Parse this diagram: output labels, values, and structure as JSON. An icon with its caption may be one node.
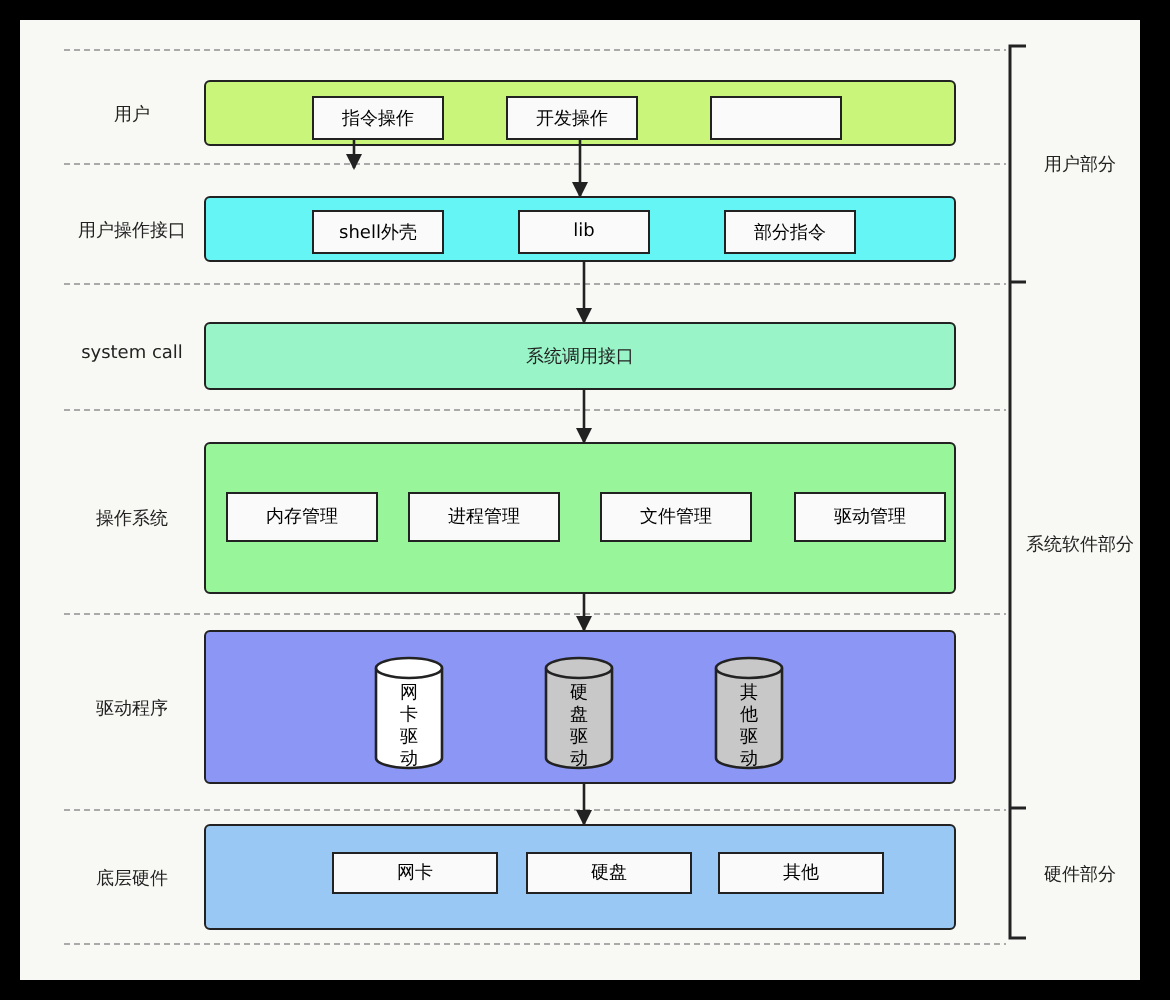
{
  "diagram": {
    "nodes": [
      {
        "text": [
          "用户"
        ]
      },
      {
        "text": [
          "指令操作"
        ],
        "in": 0
      },
      {
        "text": [
          "开发操作"
        ],
        "in": 0
      },
      {
        "text": [],
        "shape": "box",
        "in": 0
      },
      {
        "text": [
          "用户操作接口"
        ]
      },
      {
        "text": [
          "shell外壳"
        ],
        "in": 4
      },
      {
        "text": [
          "lib"
        ],
        "in": 4
      },
      {
        "text": [
          "部分指令"
        ],
        "in": 4
      },
      {
        "text": [
          "system call",
          "系统调用接口"
        ]
      },
      {
        "text": [
          "操作系统"
        ]
      },
      {
        "text": [
          "内存管理"
        ],
        "in": 9
      },
      {
        "text": [
          "进程管理"
        ],
        "in": 9
      },
      {
        "text": [
          "文件管理"
        ],
        "in": 9
      },
      {
        "text": [
          "驱动管理"
        ],
        "in": 9
      },
      {
        "text": [
          "驱动程序"
        ]
      },
      {
        "text": [
          "网卡驱动"
        ],
        "in": 14
      },
      {
        "text": [
          "硬盘驱动"
        ],
        "in": 14
      },
      {
        "text": [
          "其他驱动"
        ],
        "in": 14
      },
      {
        "text": [
          "底层硬件"
        ]
      },
      {
        "text": [
          "网卡"
        ],
        "in": 18
      },
      {
        "text": [
          "硬盘"
        ],
        "in": 18
      },
      {
        "text": [
          "其他"
        ],
        "in": 18
      }
    ],
    "edges": [
      {
        "from": 1,
        "to": null,
        "arrow": "to"
      },
      {
        "from": 2,
        "to": 4,
        "arrow": "to"
      },
      {
        "from": 4,
        "to": 8,
        "arrow": "to"
      },
      {
        "from": 8,
        "to": 9,
        "arrow": "to"
      },
      {
        "from": 9,
        "to": 14,
        "arrow": "to"
      },
      {
        "from": 14,
        "to": 18,
        "arrow": "to"
      }
    ],
    "labels": [
      "用户部分",
      "系统软件部分",
      "硬件部分"
    ]
  }
}
